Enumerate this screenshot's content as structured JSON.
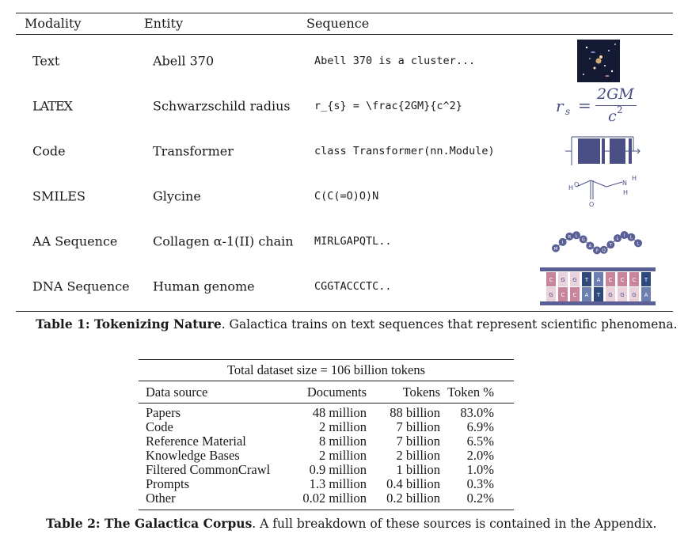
{
  "table1": {
    "headers": {
      "modality": "Modality",
      "entity": "Entity",
      "sequence": "Sequence"
    },
    "rows": [
      {
        "modality": "Text",
        "entity": "Abell 370",
        "sequence": "Abell 370 is a cluster..."
      },
      {
        "modality": "LATEX",
        "entity": "Schwarzschild radius",
        "sequence": "r_{s} = \\frac{2GM}{c^2}"
      },
      {
        "modality": "Code",
        "entity": "Transformer",
        "sequence": "class Transformer(nn.Module)"
      },
      {
        "modality": "SMILES",
        "entity": "Glycine",
        "sequence": "C(C(=O)O)N"
      },
      {
        "modality": "AA Sequence",
        "entity": "Collagen α-1(II) chain",
        "sequence": "MIRLGAPQTL.."
      },
      {
        "modality": "DNA Sequence",
        "entity": "Human genome",
        "sequence": "CGGTACCCTC.."
      }
    ],
    "formula": {
      "lhs": "r",
      "sub": "s",
      "eq": "=",
      "num": "2GM",
      "den": "c",
      "exp": "2"
    },
    "amino_letters": [
      "M",
      "I",
      "R",
      "L",
      "G",
      "A",
      "P",
      "Q",
      "T",
      "L",
      "I",
      "L",
      "L"
    ],
    "dna_top": [
      "C",
      "G",
      "G",
      "T",
      "A",
      "C",
      "C",
      "C",
      "T"
    ],
    "dna_bottom": [
      "G",
      "C",
      "C",
      "A",
      "T",
      "G",
      "G",
      "G",
      "A"
    ],
    "caption_bold": "Table 1: Tokenizing Nature",
    "caption_rest": ". Galactica trains on text sequences that represent scientific phenomena."
  },
  "table2": {
    "title": "Total dataset size = 106 billion tokens",
    "headers": {
      "source": "Data source",
      "documents": "Documents",
      "tokens": "Tokens",
      "pct": "Token %"
    },
    "rows": [
      {
        "source": "Papers",
        "documents": "48 million",
        "tokens": "88 billion",
        "pct": "83.0%"
      },
      {
        "source": "Code",
        "documents": "2 million",
        "tokens": "7 billion",
        "pct": "6.9%"
      },
      {
        "source": "Reference Material",
        "documents": "8 million",
        "tokens": "7 billion",
        "pct": "6.5%"
      },
      {
        "source": "Knowledge Bases",
        "documents": "2 million",
        "tokens": "2 billion",
        "pct": "2.0%"
      },
      {
        "source": "Filtered CommonCrawl",
        "documents": "0.9 million",
        "tokens": "1 billion",
        "pct": "1.0%"
      },
      {
        "source": "Prompts",
        "documents": "1.3 million",
        "tokens": "0.4 billion",
        "pct": "0.3%"
      },
      {
        "source": "Other",
        "documents": "0.02 million",
        "tokens": "0.2 billion",
        "pct": "0.2%"
      }
    ],
    "caption_bold": "Table 2: The Galactica Corpus",
    "caption_rest": ". A full breakdown of these sources is contained in the Appendix."
  }
}
